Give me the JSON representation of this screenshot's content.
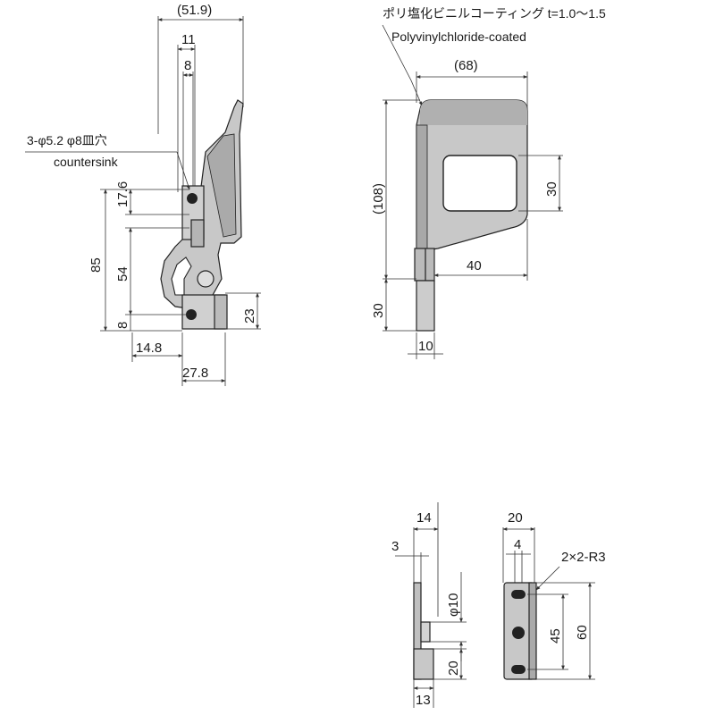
{
  "colors": {
    "body_fill": "#c8c8c8",
    "body_stroke": "#333333",
    "line": "#333333",
    "text": "#1a1a1a"
  },
  "side_view": {
    "dim_overall_width": "(51.9)",
    "dim_11": "11",
    "dim_8_top": "8",
    "hole_note": "3-φ5.2 φ8皿穴",
    "hole_note_en": "countersink",
    "dim_17_6": "17.6",
    "dim_85": "85",
    "dim_54": "54",
    "dim_8_bottom": "8",
    "dim_23": "23",
    "dim_14_8": "14.8",
    "dim_27_8": "27.8"
  },
  "front_view": {
    "coating_note": "ポリ塩化ビニルコーティング t=1.0〜1.5",
    "coating_note_en": "Polyvinylchloride-coated",
    "dim_68": "(68)",
    "dim_108": "(108)",
    "dim_30_window": "30",
    "dim_40": "40",
    "dim_30_tail": "30",
    "dim_10": "10"
  },
  "keeper_side": {
    "dim_14": "14",
    "dim_3": "3",
    "dim_phi10": "φ10",
    "dim_20": "20",
    "dim_13": "13"
  },
  "keeper_front": {
    "dim_20": "20",
    "dim_4": "4",
    "slot_note": "2×2-R3",
    "dim_45": "45",
    "dim_60": "60"
  }
}
